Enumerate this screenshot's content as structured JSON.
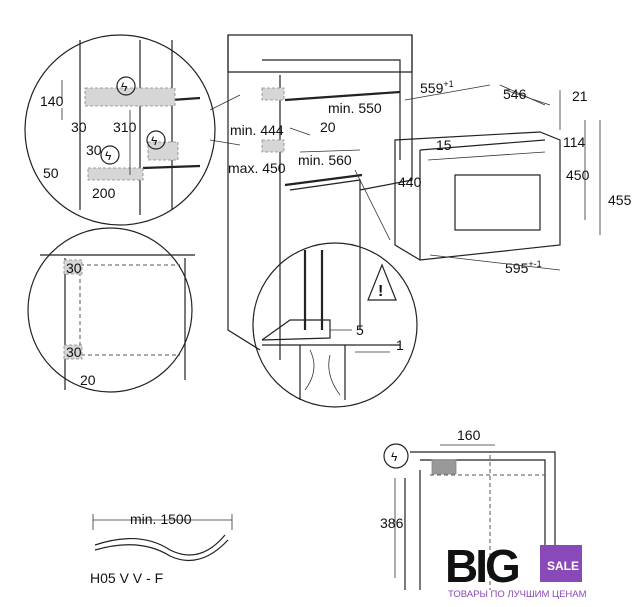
{
  "detail_top_left": {
    "d140": "140",
    "d30a": "30",
    "d310": "310",
    "d30b": "30",
    "d50": "50",
    "d200": "200"
  },
  "cabinet": {
    "min444": "min. 444",
    "max450": "max. 450",
    "min550": "min. 550",
    "d20": "20",
    "min560": "min. 560"
  },
  "oven": {
    "w559": "559",
    "w559_tol": "+1",
    "d546": "546",
    "d21": "21",
    "d15": "15",
    "d114": "114",
    "h440": "440",
    "h450": "450",
    "h455": "455",
    "w595": "595",
    "w595_tol": "+-1"
  },
  "detail_bottom_left": {
    "d30a": "30",
    "d30b": "30",
    "d20": "20"
  },
  "detail_bottom_mid": {
    "d5": "5",
    "d1": "1"
  },
  "socket_detail": {
    "d160": "160",
    "d386": "386"
  },
  "cable": {
    "min1500": "min. 1500",
    "type": "H05 V V - F"
  },
  "logo": {
    "big": "BIG",
    "sale": "SALE",
    "tagline": "ТОВАРЫ ПО ЛУЧШИМ ЦЕНАМ",
    "accent": "#8a49b8"
  }
}
